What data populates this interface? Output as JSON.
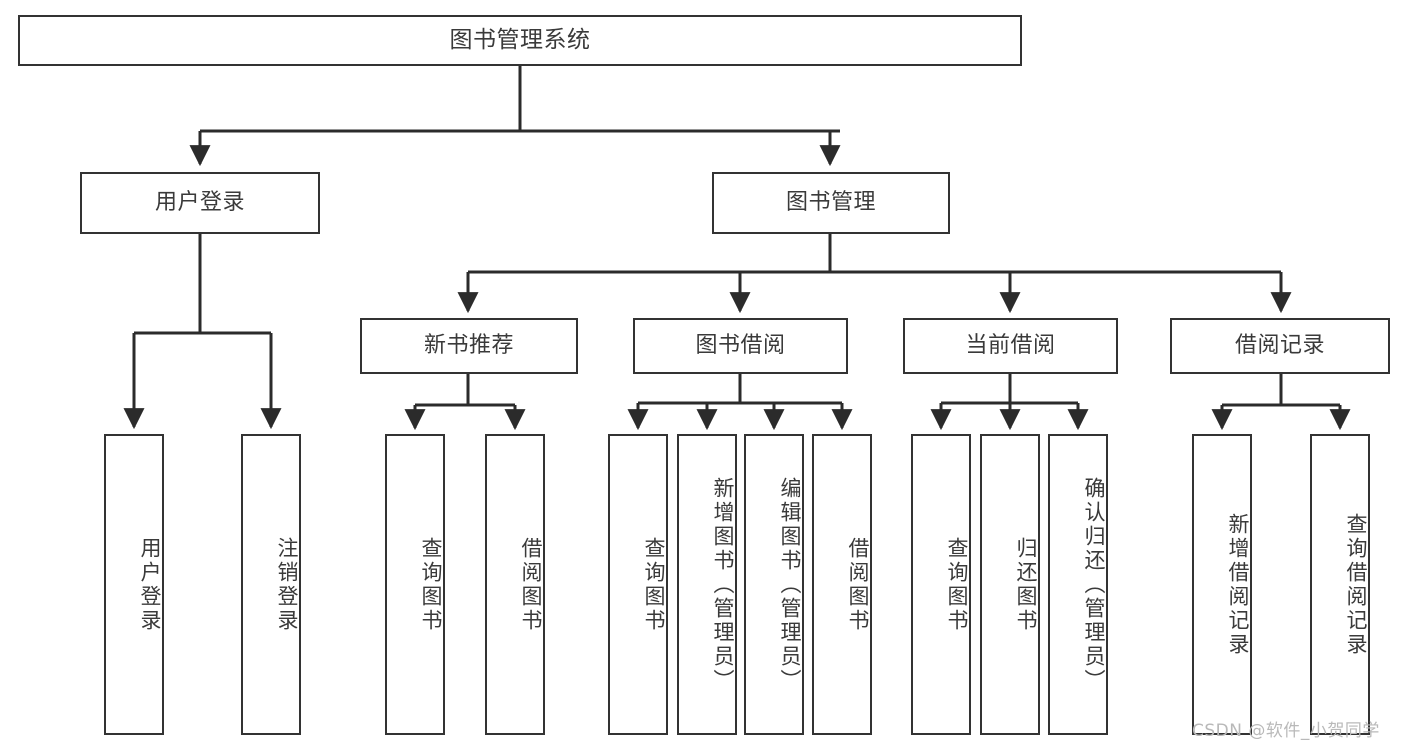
{
  "diagram": {
    "type": "tree-hierarchy",
    "title": "图书管理系统",
    "watermark": "CSDN @软件_小贺同学",
    "colors": {
      "border": "#333333",
      "background": "#ffffff",
      "text": "#3a3a3a",
      "connector": "#2b2b2b",
      "watermark": "#b9b9b9"
    },
    "nodes": {
      "root": "图书管理系统",
      "level2": {
        "user_login": "用户登录",
        "book_manage": "图书管理"
      },
      "level3": {
        "new_book_recommend": "新书推荐",
        "book_borrow": "图书借阅",
        "current_borrow": "当前借阅",
        "borrow_record": "借阅记录"
      },
      "leaves": {
        "user_login_children": [
          "用户登录",
          "注销登录"
        ],
        "new_book_recommend_children": [
          "查询图书",
          "借阅图书"
        ],
        "book_borrow_children": [
          "查询图书",
          "新增图书（管理员）",
          "编辑图书（管理员）",
          "借阅图书"
        ],
        "current_borrow_children": [
          "查询图书",
          "归还图书",
          "确认归还（管理员）"
        ],
        "borrow_record_children": [
          "新增借阅记录",
          "查询借阅记录"
        ]
      }
    }
  }
}
